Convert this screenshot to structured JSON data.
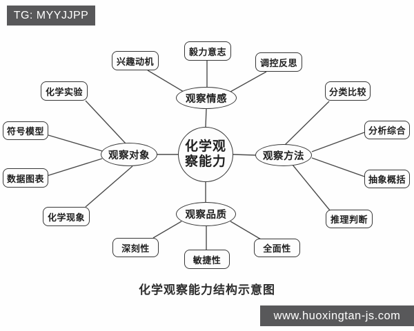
{
  "watermarks": {
    "top": {
      "text": "TG: MYYJJPP",
      "bg_color": "#58585a",
      "text_color": "#ffffff"
    },
    "bottom": {
      "text": "www.huoxingtan-js.com",
      "bg_color": "#58585a",
      "text_color": "#ffffff"
    }
  },
  "caption": "化学观察能力结构示意图",
  "colors": {
    "background": "#fefefe",
    "node_border": "#353535",
    "connector_line": "#4a4a4a",
    "node_text": "#1e1e1e"
  },
  "diagram": {
    "center": {
      "label": "化学观察能力",
      "line1": "化学观",
      "line2": "察能力"
    },
    "branches": [
      {
        "id": "emotion",
        "label": "观察情感",
        "leaves": [
          "兴趣动机",
          "毅力意志",
          "调控反思"
        ]
      },
      {
        "id": "object",
        "label": "观察对象",
        "leaves": [
          "化学实验",
          "符号模型",
          "数据图表",
          "化学现象"
        ]
      },
      {
        "id": "method",
        "label": "观察方法",
        "leaves": [
          "分类比较",
          "分析综合",
          "抽象概括",
          "推理判断"
        ]
      },
      {
        "id": "quality",
        "label": "观察品质",
        "leaves": [
          "深刻性",
          "敏捷性",
          "全面性"
        ]
      }
    ]
  }
}
